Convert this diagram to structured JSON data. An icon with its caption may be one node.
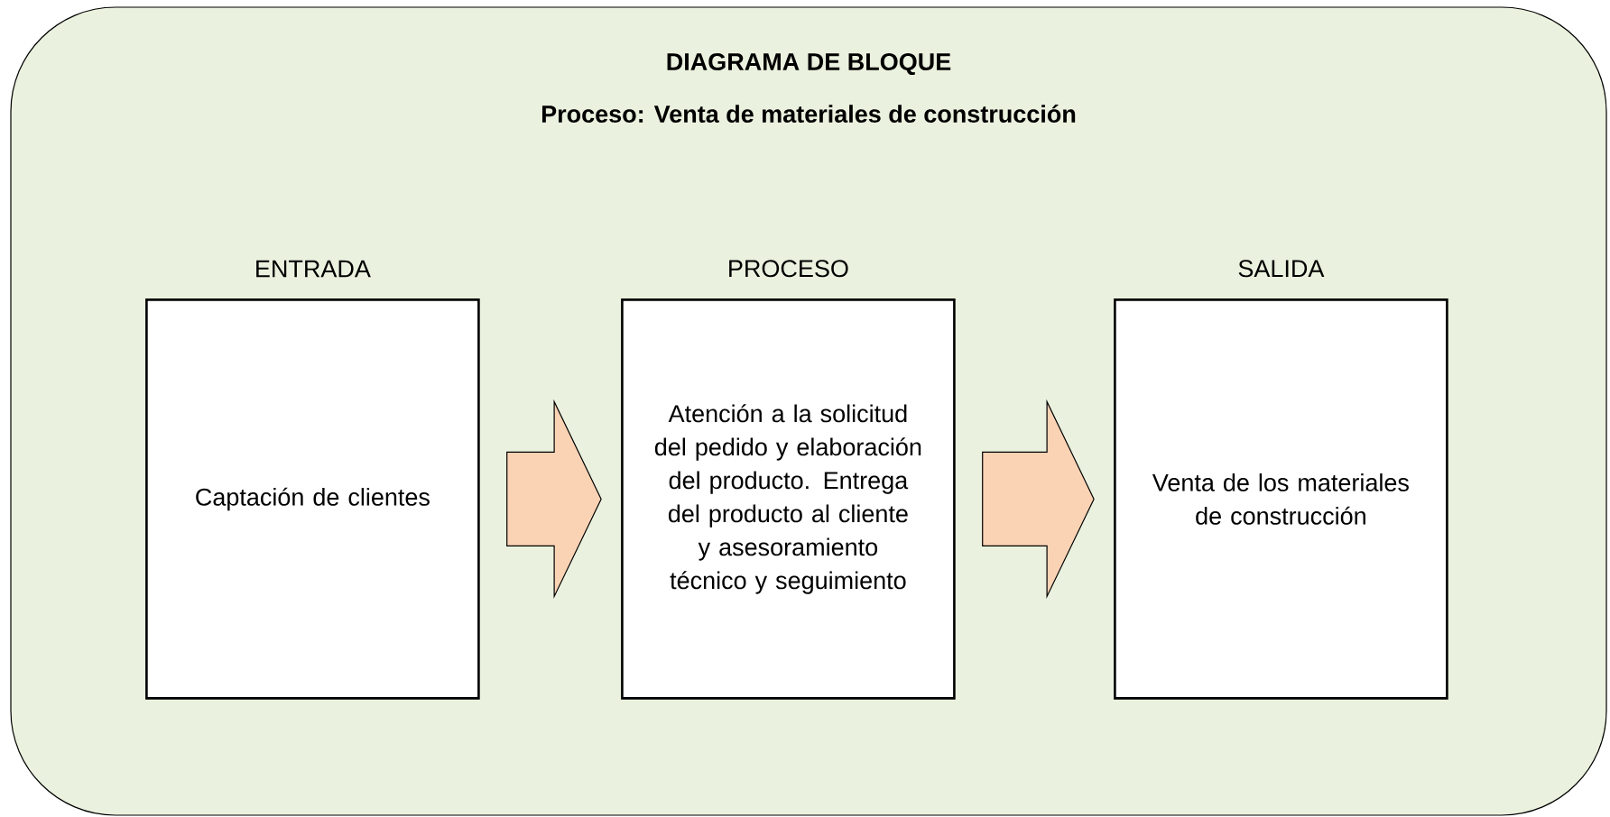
{
  "diagram": {
    "nodes": [
      {
        "text": [
          "DIAGRAMA DE BLOQUE",
          "Proceso: Venta de materiales de construcción"
        ]
      },
      {
        "text": [
          "ENTRADA",
          "Captación de clientes"
        ],
        "in": 0
      },
      {
        "text": [
          "PROCESO",
          "Atención a la solicitud del pedido y elaboración del producto. Entrega del producto al cliente y asesoramiento técnico y seguimiento"
        ],
        "in": 0
      },
      {
        "text": [
          "SALIDA",
          "Venta de los materiales de construcción"
        ],
        "in": 0
      }
    ],
    "edges": [
      {
        "from": 1,
        "to": 2,
        "arrow": "to"
      },
      {
        "from": 2,
        "to": 3,
        "arrow": "to"
      }
    ]
  }
}
